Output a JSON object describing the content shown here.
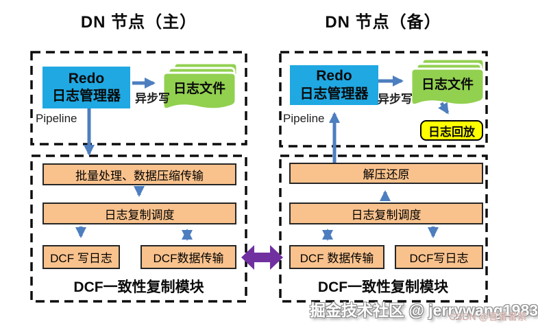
{
  "primary": {
    "title": "DN 节点（主）",
    "pipeline_label": "Pipeline",
    "redo_line1": "Redo",
    "redo_line2": "日志管理器",
    "async_write_label": "异步写",
    "log_files_label": "日志文件",
    "module_label": "DCF一致性复制模块",
    "boxes": {
      "batch": "批量处理、数据压缩传输",
      "schedule": "日志复制调度",
      "write_log": "DCF 写日志",
      "data_transfer": "DCF数据传输"
    }
  },
  "standby": {
    "title": "DN 节点（备）",
    "pipeline_label": "Pipeline",
    "redo_line1": "Redo",
    "redo_line2": "日志管理器",
    "async_write_label": "异步写",
    "log_files_label": "日志文件",
    "log_replay_label": "日志回放",
    "module_label": "DCF一致性复制模块",
    "boxes": {
      "decompress": "解压还原",
      "schedule": "日志复制调度",
      "data_transfer": "DCF 数据传输",
      "write_log": "DCF写日志"
    }
  },
  "watermarks": {
    "juejin": "掘金技术社区 @ jerrywang1983",
    "csdn": "CSDN @喜番番紫"
  },
  "colors": {
    "blue_box": "#1fa8e2",
    "arrow_blue": "#4d7ebf",
    "green_file": "#92d050",
    "orange_box": "#f9c28d",
    "orange_border": "#262626",
    "yellow_box": "#ffff00",
    "purple_arrow": "#7030a0",
    "dashed_border": "#0d0d0d"
  }
}
